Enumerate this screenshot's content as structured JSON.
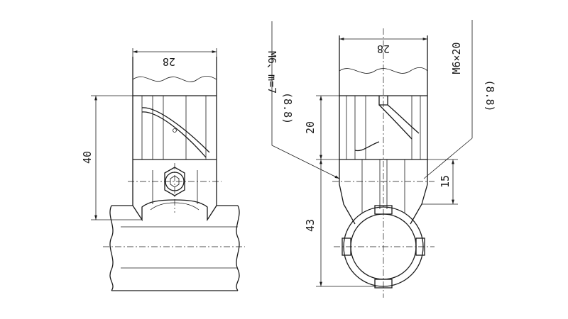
{
  "left_view": {
    "width_label": "28",
    "height_label": "40"
  },
  "right_view": {
    "width_label": "28",
    "thread_note_left": "M6、m=7",
    "offset_note_left": "(8.8)",
    "thread_note_right": "M6×20",
    "offset_note_right": "(8.8)",
    "upper_height_label": "20",
    "lower_height_label": "43",
    "side_height_label": "15"
  },
  "colors": {
    "line": "#1a1a1a",
    "background": "#ffffff"
  }
}
